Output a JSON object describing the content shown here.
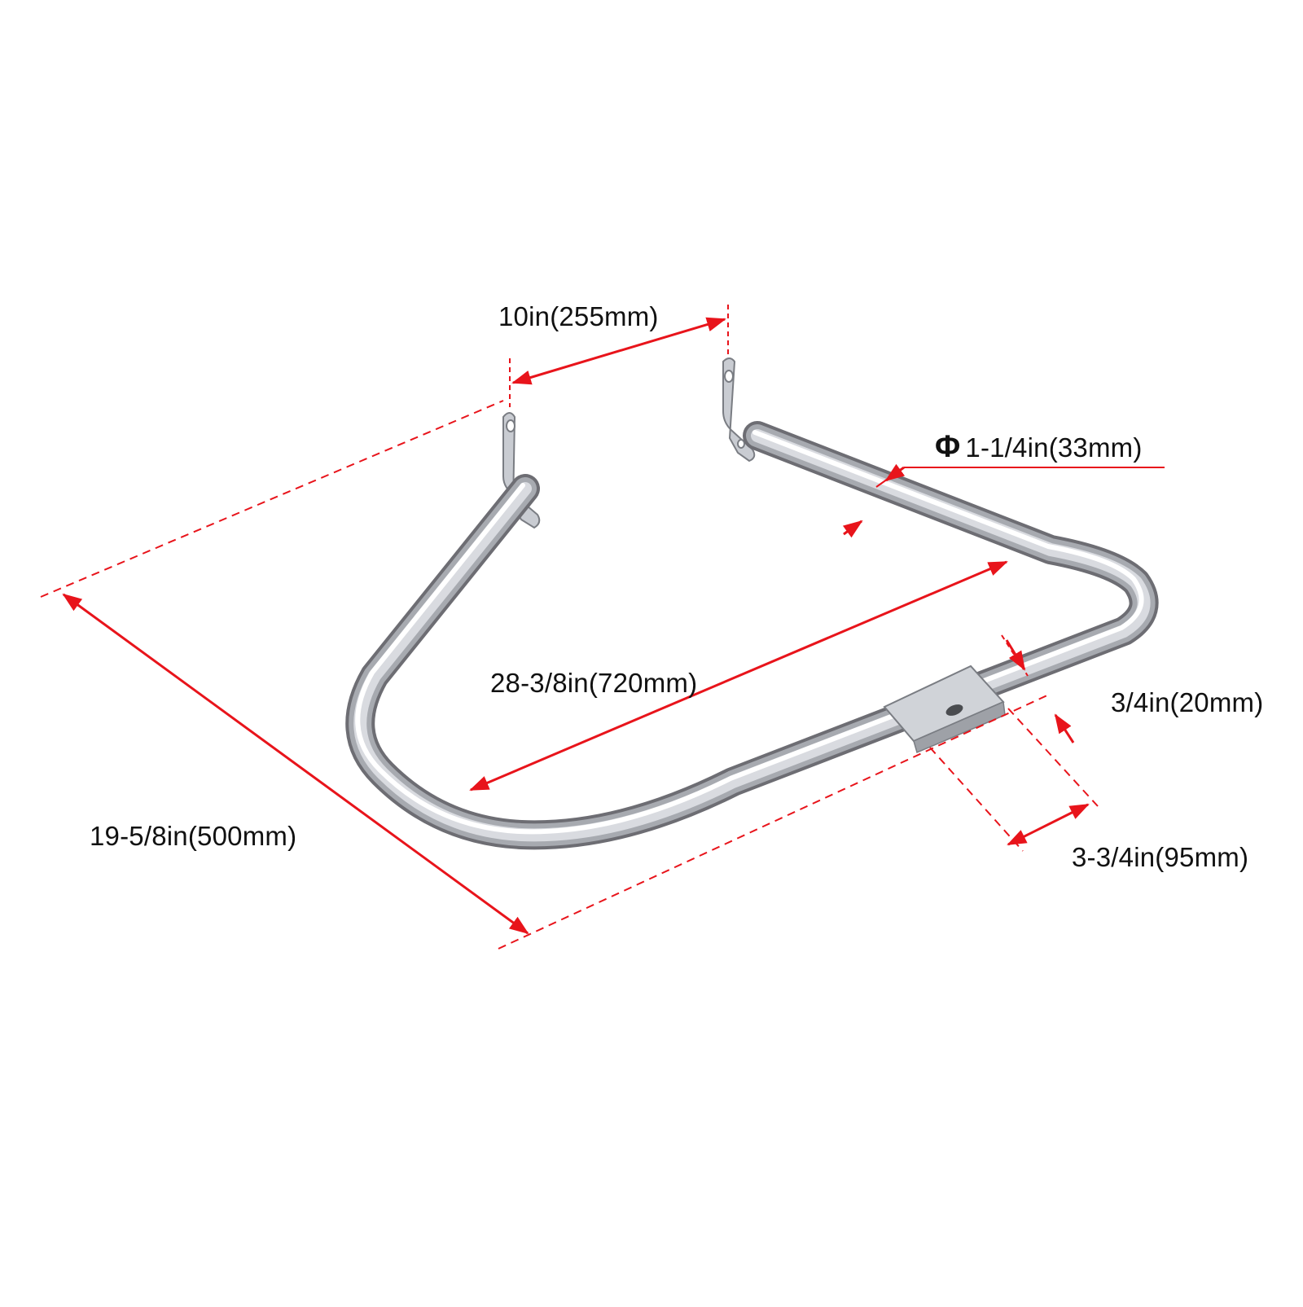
{
  "colors": {
    "dimension": "#e8141b",
    "chrome_dark": "#6d6d73",
    "chrome_mid": "#b9bcc2",
    "chrome_light": "#ffffff",
    "text": "#111111"
  },
  "product": {
    "icon": "chrome-guard-rail"
  },
  "dimensions": {
    "mount_spacing": "10in(255mm)",
    "tube_diameter_symbol": "Φ",
    "tube_diameter": "1-1/4in(33mm)",
    "length": "28-3/8in(720mm)",
    "bracket_thickness": "3/4in(20mm)",
    "width": "19-5/8in(500mm)",
    "bracket_width": "3-3/4in(95mm)"
  }
}
